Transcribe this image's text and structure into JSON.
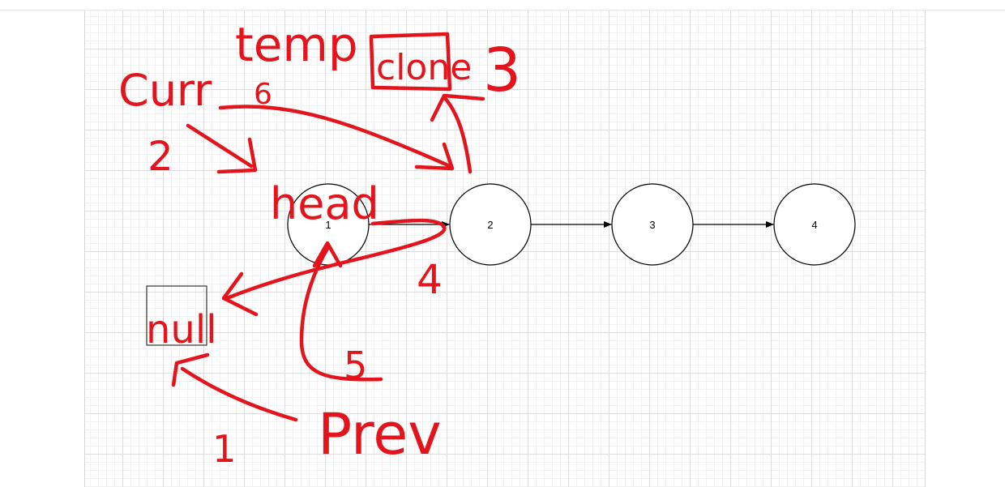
{
  "colors": {
    "ink": "#e3141c",
    "node_stroke": "#000000",
    "node_fill": "#ffffff",
    "grid": "#dedede"
  },
  "nodes": [
    {
      "label": "1"
    },
    {
      "label": "2"
    },
    {
      "label": "3"
    },
    {
      "label": "4"
    }
  ],
  "annotations": {
    "temp": "temp",
    "clone": "clone",
    "three": "3",
    "curr": "Curr",
    "six": "6",
    "two": "2",
    "head": "head",
    "four": "4",
    "null": "null",
    "five": "5",
    "prev": "Prev",
    "one": "1"
  }
}
